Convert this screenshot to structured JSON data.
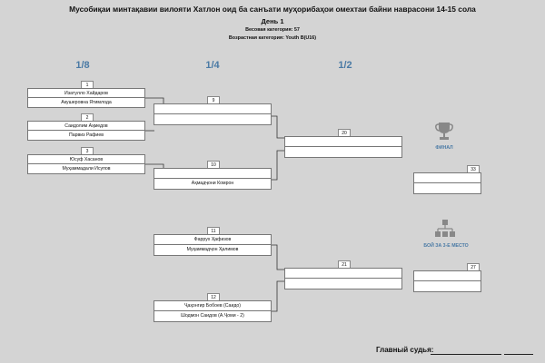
{
  "header": {
    "title": "Мусобиқаи минтақавии вилояти Хатлон оид ба санъати муҳорибаҳои омехтаи байни наврасони 14-15 сола",
    "day": "День 1",
    "weight": "Весовая категория: 57",
    "age": "Возрастная категория: Youth B(U16)"
  },
  "rounds": {
    "r8": "1/8",
    "r4": "1/4",
    "r2": "1/2"
  },
  "matches": {
    "m1": {
      "num": "1",
      "top": "Изатулло Хайдаров",
      "bot": "Акушеровна Ятимлода"
    },
    "m2": {
      "num": "2",
      "top": "Саидолим Аҳмедов",
      "bot": "Парвиз Рафиев"
    },
    "m3": {
      "num": "3",
      "top": "Юсуф Хасанов",
      "bot": "Муҳаммадали Исупов"
    },
    "m9": {
      "num": "9",
      "top": "",
      "bot": ""
    },
    "m10": {
      "num": "10",
      "top": "",
      "bot": "Аҳмадҷони Комрон"
    },
    "m11": {
      "num": "11",
      "top": "Фаррух Ҳафизов",
      "bot": "Муҳаммадҷон Ҳалимов"
    },
    "m12": {
      "num": "12",
      "top": "Ҷаҳонгир Бобоев (Саидо)",
      "bot": "Шодмон Саидов (А.Ҷоми - 2)"
    },
    "m20": {
      "num": "20",
      "top": "",
      "bot": ""
    },
    "m21": {
      "num": "21",
      "top": "",
      "bot": ""
    },
    "m33": {
      "num": "33",
      "top": "",
      "bot": ""
    },
    "m27": {
      "num": "27",
      "top": "",
      "bot": ""
    }
  },
  "final_label": "ФИНАЛ",
  "third_label": "БОЙ ЗА 3-Е МЕСТО",
  "icons": {
    "final": "trophy-icon",
    "third": "podium-icon"
  },
  "accent_color": "#4a7aa5",
  "judge_label": "Главный судья:"
}
